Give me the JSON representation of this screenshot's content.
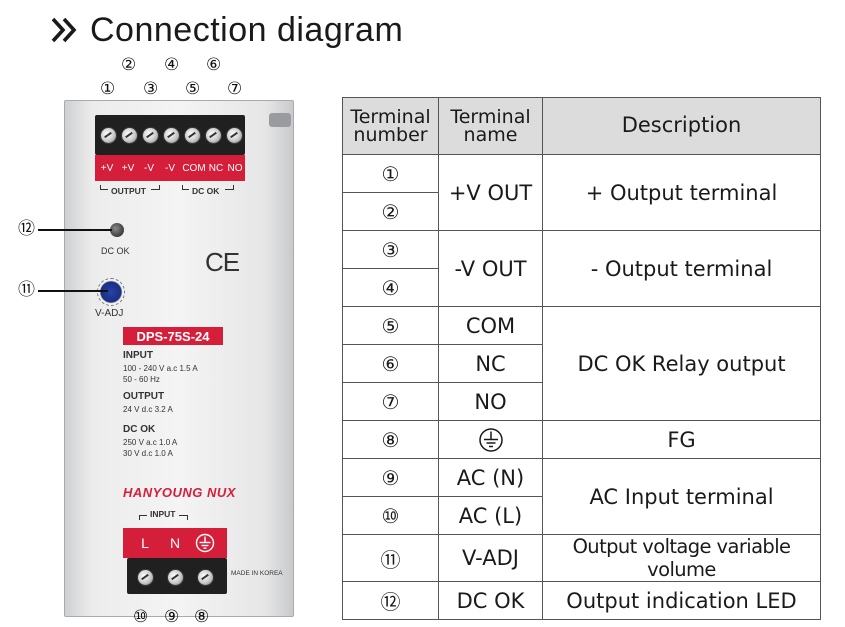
{
  "title": "Connection diagram",
  "table": {
    "headers": [
      "Terminal\nnumber",
      "Terminal\nname",
      "Description"
    ],
    "rows": [
      {
        "num": "①",
        "name": "+V OUT",
        "desc": "+ Output terminal"
      },
      {
        "num": "②"
      },
      {
        "num": "③",
        "name": "-V OUT",
        "desc": "- Output terminal"
      },
      {
        "num": "④"
      },
      {
        "num": "⑤",
        "name": "COM",
        "desc": "DC OK Relay output"
      },
      {
        "num": "⑥",
        "name": "NC"
      },
      {
        "num": "⑦",
        "name": "NO"
      },
      {
        "num": "⑧",
        "name_icon": "ground-symbol-icon",
        "desc": "FG"
      },
      {
        "num": "⑨",
        "name": "AC (N)",
        "desc": "AC Input terminal"
      },
      {
        "num": "⑩",
        "name": "AC (L)"
      },
      {
        "num": "⑪",
        "name": "V-ADJ",
        "desc": "Output voltage variable volume"
      },
      {
        "num": "⑫",
        "name": "DC OK",
        "desc": "Output indication LED"
      }
    ]
  },
  "device": {
    "top_terminal_labels": [
      "+V",
      "+V",
      "-V",
      "-V",
      "COM",
      "NC",
      "NO"
    ],
    "top_callouts": [
      "①",
      "②",
      "③",
      "④",
      "⑤",
      "⑥",
      "⑦"
    ],
    "group_output": "OUTPUT",
    "group_dcok": "DC OK",
    "led_label": "DC OK",
    "led_callout": "⑫",
    "ce_mark": "CE",
    "vadj_label": "V-ADJ",
    "vadj_callout": "⑪",
    "model": "DPS-75S-24",
    "input_heading": "INPUT",
    "input_line1": "100 - 240 V a.c 1.5 A",
    "input_line2": "50 - 60 Hz",
    "output_heading": "OUTPUT",
    "output_line1": "24 V d.c 3.2 A",
    "dcok_heading": "DC OK",
    "dcok_line1": "250 V a.c 1.0 A",
    "dcok_line2": "30 V d.c 1.0 A",
    "brand": "HANYOUNG NUX",
    "group_input": "INPUT",
    "bottom_terminal_labels": [
      "L",
      "N"
    ],
    "bottom_terminal_icon": "ground-symbol-icon",
    "made_in": "MADE IN KOREA",
    "bottom_callouts": [
      "⑩",
      "⑨",
      "⑧"
    ]
  },
  "colors": {
    "accent_red": "#d51f3a",
    "header_gray": "#dcdcdc"
  }
}
